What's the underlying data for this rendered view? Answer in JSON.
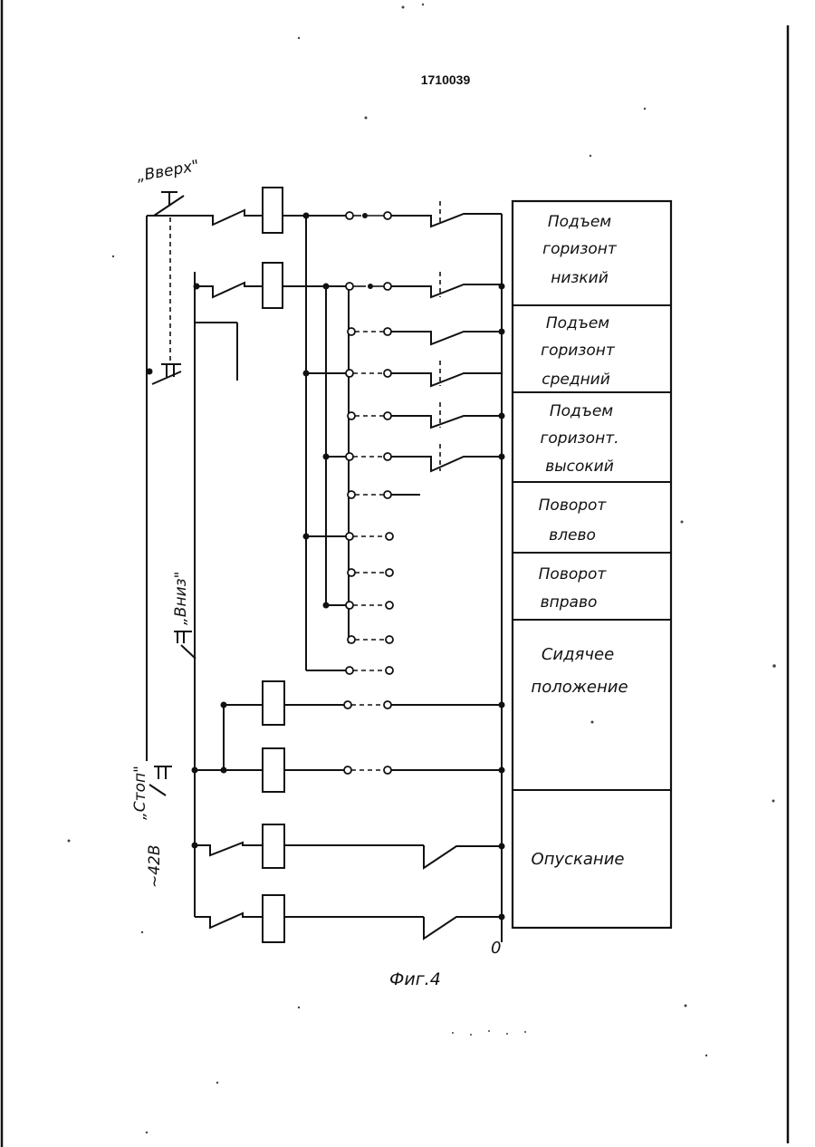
{
  "page_number": "1710039",
  "figure_caption": "Фиг.4",
  "buttons": {
    "up": "„Вверх\"",
    "down": "„Вниз\"",
    "stop": "„Стоп\"",
    "supply": "~42В"
  },
  "zero_label": "0",
  "modes": [
    {
      "lines": [
        "Подъем",
        "горизонт",
        "низкий"
      ]
    },
    {
      "lines": [
        "Подъем",
        "горизонт",
        "средний"
      ]
    },
    {
      "lines": [
        "Подъем",
        "горизонт.",
        "высокий"
      ]
    },
    {
      "lines": [
        "Поворот",
        "влево"
      ]
    },
    {
      "lines": [
        "Поворот",
        "вправо"
      ]
    },
    {
      "lines": [
        "Сидячее",
        "положение"
      ]
    },
    {
      "lines": [
        "Опускание"
      ]
    }
  ]
}
